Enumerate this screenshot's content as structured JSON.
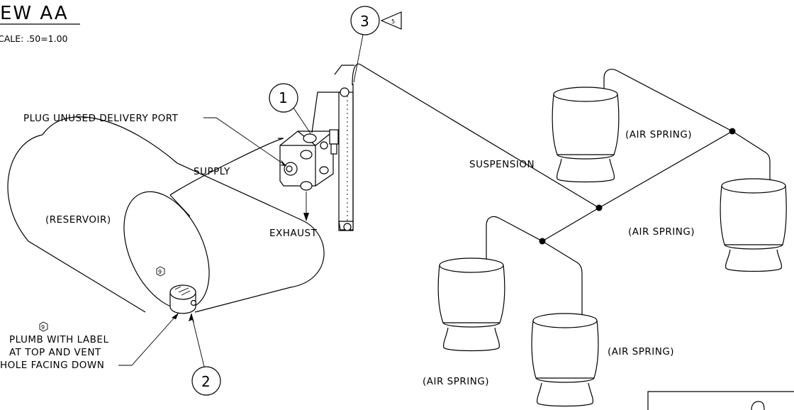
{
  "view": {
    "title": "EW AA",
    "scale": "CALE: .50=1.00"
  },
  "labels": {
    "plug_port": "PLUG UNUSED DELIVERY PORT",
    "supply": "SUPPLY",
    "exhaust": "EXHAUST",
    "reservoir": "(RESERVOIR)",
    "suspension": "SUSPENSION",
    "plumb_line1": "PLUMB WITH LABEL",
    "plumb_line2": "AT TOP AND VENT",
    "plumb_line3": "HOLE FACING DOWN"
  },
  "air_springs": [
    {
      "label": "(AIR SPRING)"
    },
    {
      "label": "(AIR SPRING)"
    },
    {
      "label": "(AIR SPRING)"
    },
    {
      "label": "(AIR SPRING)"
    }
  ],
  "balloons": [
    {
      "number": "1"
    },
    {
      "number": "2"
    },
    {
      "number": "3"
    }
  ],
  "flags": [
    {
      "number": "5"
    },
    {
      "number": "9"
    },
    {
      "number": "9"
    }
  ]
}
